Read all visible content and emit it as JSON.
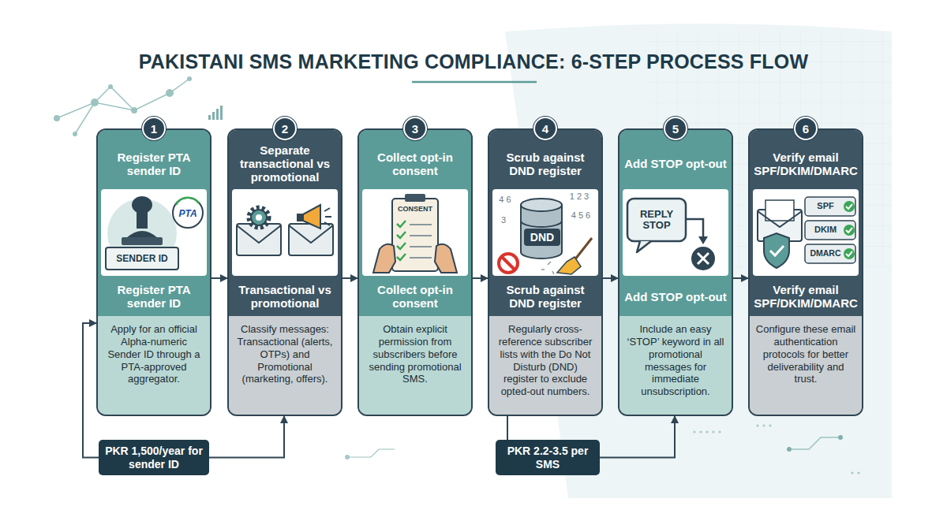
{
  "diagram": {
    "title": "PAKISTANI SMS MARKETING COMPLIANCE: 6-STEP PROCESS FLOW",
    "nodes": [
      {
        "text": [
          "Register PTA sender ID",
          "Register PTA sender ID",
          "Apply for an official Alpha-numeric Sender ID through a PTA-approved aggregator."
        ]
      },
      {
        "text": [
          "1"
        ],
        "in": 0
      },
      {
        "text": [
          "Separate transactional vs promotional",
          "Transactional vs promotional",
          "Classify messages: Transactional (alerts, OTPs) and Promotional (marketing, offers)."
        ]
      },
      {
        "text": [
          "2"
        ],
        "in": 2
      },
      {
        "text": [
          "Collect opt-in consent",
          "Collect opt-in consent",
          "Obtain explicit permission from subscribers before sending promotional SMS."
        ]
      },
      {
        "text": [
          "3"
        ],
        "in": 4
      },
      {
        "text": [
          "Scrub against DND register",
          "Scrub against DND register",
          "Regularly cross-reference subscriber lists with the Do Not Disturb (DND) register to exclude opted-out numbers."
        ]
      },
      {
        "text": [
          "4"
        ],
        "in": 6
      },
      {
        "text": [
          "Add STOP opt-out",
          "Add STOP opt-out",
          "Include an easy ‘STOP’ keyword in all promotional messages for immediate unsubscription."
        ]
      },
      {
        "text": [
          "5"
        ],
        "in": 8
      },
      {
        "text": [
          "Verify email SPF/DKIM/DMARC",
          "Verify email SPF/DKIM/DMARC",
          "Configure these email authentication protocols for better deliverability and trust."
        ]
      },
      {
        "text": [
          "6"
        ],
        "in": 10
      },
      {
        "text": [
          "PKR 1,500/year for sender ID"
        ]
      },
      {
        "text": [
          "PKR 2.2-3.5 per SMS"
        ]
      }
    ],
    "edges": [
      {
        "from": 0,
        "to": 2,
        "arrow": "to"
      },
      {
        "from": 2,
        "to": 4,
        "arrow": "to"
      },
      {
        "from": 4,
        "to": 6,
        "arrow": "to"
      },
      {
        "from": 6,
        "to": 8,
        "arrow": "to"
      },
      {
        "from": 8,
        "to": 10,
        "arrow": "to"
      },
      {
        "from": 12,
        "to": 0,
        "arrow": "to"
      },
      {
        "from": 12,
        "to": 2,
        "arrow": "to"
      },
      {
        "from": 13,
        "to": 6,
        "arrow": "none"
      },
      {
        "from": 13,
        "to": 8,
        "arrow": "to"
      }
    ],
    "labels": [
      "PTA",
      "SENDER ID",
      "CONSENT",
      "1 2 3",
      "4 5 6",
      "4 6",
      "3",
      "DND",
      "REPLY STOP",
      "SPF",
      "DKIM",
      "DMARC"
    ]
  }
}
